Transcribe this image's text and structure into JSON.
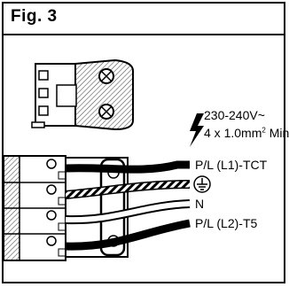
{
  "figure": {
    "title": "Fig. 3"
  },
  "spec": {
    "voltage": "230-240V~",
    "cable_prefix": "4 x 1.0mm",
    "cable_superscript": "2",
    "cable_suffix": " Min."
  },
  "wires": [
    {
      "label": "P/L (L1)-TCT"
    },
    {
      "label": ""
    },
    {
      "label": "N"
    },
    {
      "label": "P/L (L2)-T5"
    }
  ],
  "icons": [
    "lightning-bolt-icon",
    "earth-ground-icon"
  ],
  "colors": {
    "ink": "#000000",
    "background": "#ffffff",
    "hatch": "#555555"
  }
}
